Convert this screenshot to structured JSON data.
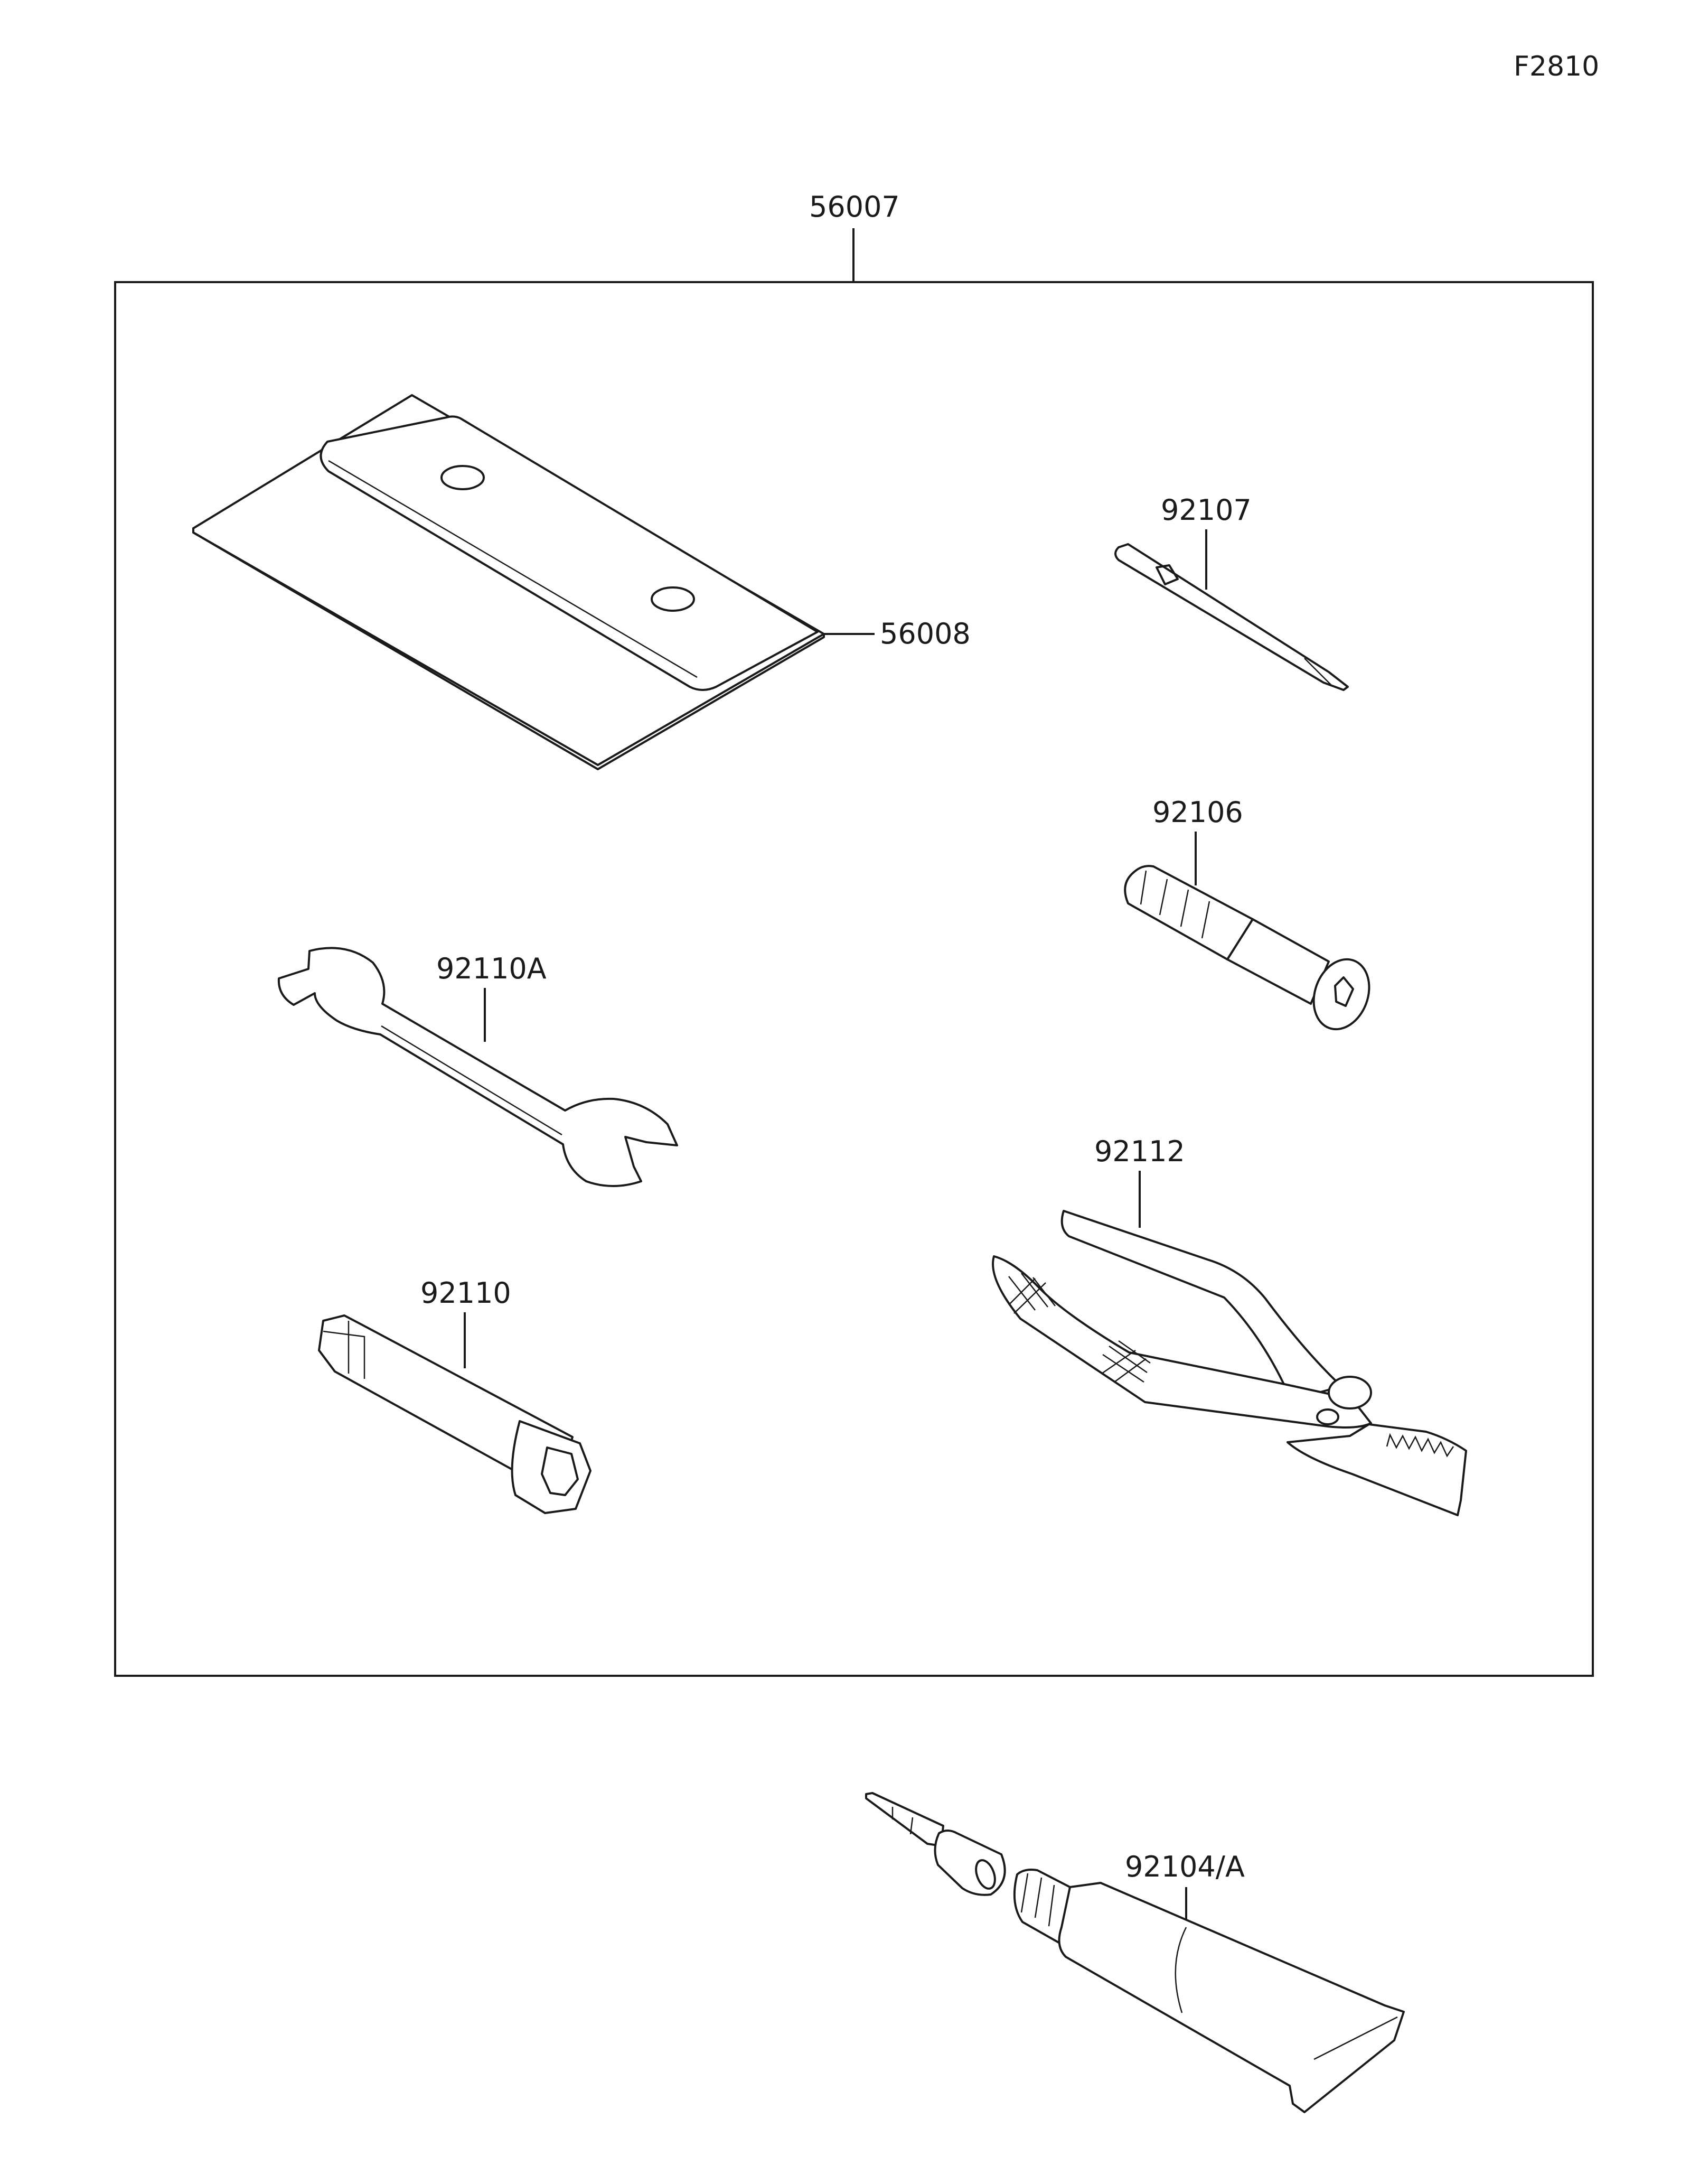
{
  "figure_code": "F2810",
  "parts": {
    "tool_kit": "56007",
    "tool_bag": "56008",
    "screwdriver_bit": "92107",
    "screwdriver_handle": "92106",
    "wrench": "92110A",
    "spark_plug_wrench": "92110",
    "pliers": "92112",
    "repair_kit": "92104/A"
  }
}
